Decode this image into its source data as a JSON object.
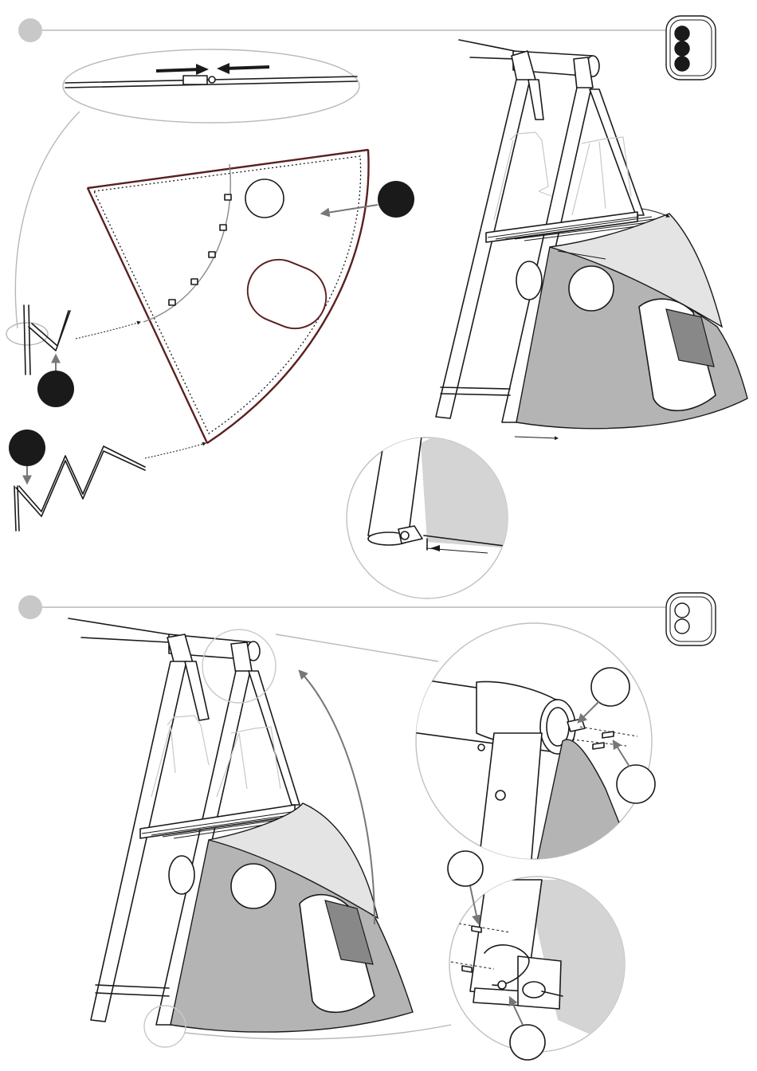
{
  "steps": [
    {
      "id": "step-1",
      "badge_pattern": [
        "filled",
        "filled",
        "filled"
      ]
    },
    {
      "id": "step-2",
      "badge_pattern": [
        "outline",
        "outline"
      ]
    }
  ],
  "colors": {
    "line": "#1a1a1a",
    "step_dot": "#c8c8c8",
    "fabric_light": "#e4e4e4",
    "fabric_mid": "#b4b4b4",
    "fabric_dark": "#888888",
    "seam": "#5a2020",
    "callout_arrow": "#777777"
  },
  "icons": {
    "step_marker": "circle",
    "part_marker": "circle",
    "direction": "arrow"
  }
}
